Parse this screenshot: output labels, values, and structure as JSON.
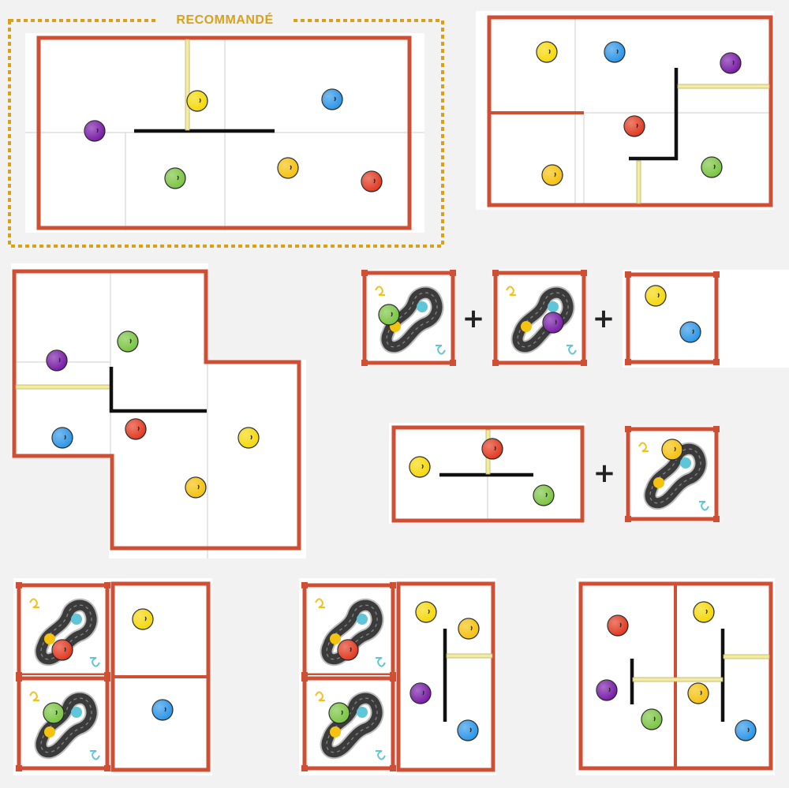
{
  "recommended_label": "RECOMMANDÉ",
  "plus_sign": "+",
  "colors": {
    "wall": "#cf4f35",
    "black_wall": "#111111",
    "gate": "#f3ec9e",
    "grid": "#dddddd",
    "track": "#3b3b3b",
    "accent_frame": "#d9a11a",
    "yellow": "#f5d90a",
    "blue": "#2f97e8",
    "purple": "#7a1fa8",
    "red": "#e23b22",
    "green": "#7cc544",
    "orange": "#f5c20f",
    "cyan": "#5ec6d8"
  },
  "layouts": [
    {
      "id": "layout-recommended",
      "recommended": true,
      "balls": [
        "purple",
        "yellow",
        "blue",
        "green",
        "orange",
        "red"
      ]
    },
    {
      "id": "layout-top-right",
      "recommended": false,
      "balls": [
        "yellow",
        "blue",
        "purple",
        "red",
        "orange",
        "green"
      ]
    },
    {
      "id": "layout-l-shape",
      "recommended": false,
      "balls": [
        "purple",
        "green",
        "blue",
        "red",
        "yellow",
        "orange"
      ]
    },
    {
      "id": "combo-track-track-square",
      "recommended": false,
      "parts": [
        "track-tile",
        "track-tile",
        "square-tile"
      ],
      "balls": [
        "green",
        "purple",
        "yellow",
        "blue"
      ]
    },
    {
      "id": "combo-rect-track",
      "recommended": false,
      "parts": [
        "rect-tile",
        "track-tile"
      ],
      "balls": [
        "yellow",
        "red",
        "green",
        "orange"
      ]
    },
    {
      "id": "layout-bottom-left",
      "recommended": false,
      "balls": [
        "red",
        "green",
        "yellow",
        "blue"
      ]
    },
    {
      "id": "layout-bottom-middle",
      "recommended": false,
      "balls": [
        "red",
        "green",
        "yellow",
        "purple",
        "orange",
        "blue"
      ]
    },
    {
      "id": "layout-bottom-right",
      "recommended": false,
      "balls": [
        "red",
        "purple",
        "green",
        "yellow",
        "orange",
        "blue"
      ]
    }
  ]
}
